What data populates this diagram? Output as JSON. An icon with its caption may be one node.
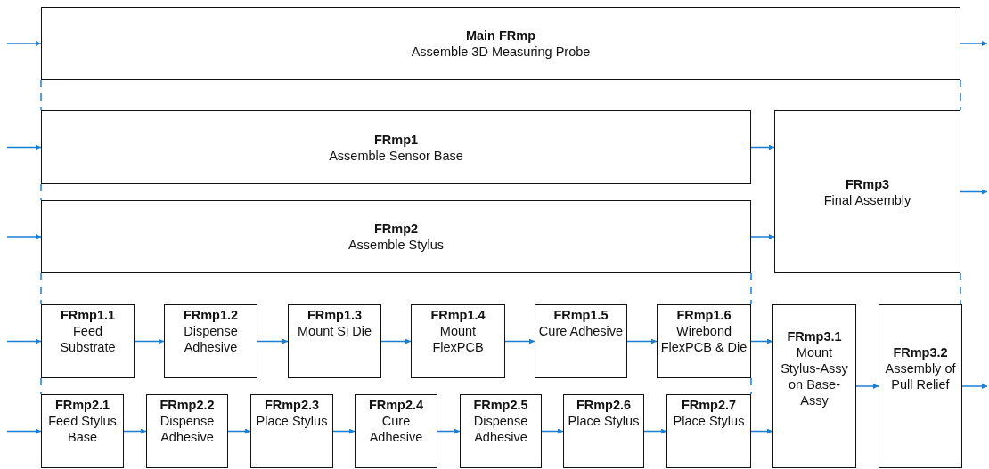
{
  "diagram": {
    "nodes": [
      {
        "text": [
          "Main FRmp",
          "Assemble 3D Measuring Probe"
        ]
      },
      {
        "text": [
          "FRmp1",
          "Assemble Sensor Base"
        ]
      },
      {
        "text": [
          "FRmp2",
          "Assemble Stylus"
        ]
      },
      {
        "text": [
          "FRmp3",
          "Final Assembly"
        ]
      },
      {
        "text": [
          "FRmp1.1",
          "Feed Substrate"
        ]
      },
      {
        "text": [
          "FRmp1.2",
          "Dispense Adhesive"
        ]
      },
      {
        "text": [
          "FRmp1.3",
          "Mount Si Die"
        ]
      },
      {
        "text": [
          "FRmp1.4",
          "Mount FlexPCB"
        ]
      },
      {
        "text": [
          "FRmp1.5",
          "Cure Adhesive"
        ]
      },
      {
        "text": [
          "FRmp1.6",
          "Wirebond FlexPCB & Die"
        ]
      },
      {
        "text": [
          "FRmp2.1",
          "Feed Stylus Base"
        ]
      },
      {
        "text": [
          "FRmp2.2",
          "Dispense Adhesive"
        ]
      },
      {
        "text": [
          "FRmp2.3",
          "Place Stylus"
        ]
      },
      {
        "text": [
          "FRmp2.4",
          "Cure Adhesive"
        ]
      },
      {
        "text": [
          "FRmp2.5",
          "Dispense Adhesive"
        ]
      },
      {
        "text": [
          "FRmp2.6",
          "Place Stylus"
        ]
      },
      {
        "text": [
          "FRmp2.7",
          "Place Stylus"
        ]
      },
      {
        "text": [
          "FRmp3.1",
          "Mount Stylus-Assy on Base-Assy"
        ]
      },
      {
        "text": [
          "FRmp3.2",
          "Assembly of Pull Relief"
        ]
      }
    ],
    "edges": [
      {
        "from": null,
        "to": 0,
        "arrow": "to"
      },
      {
        "from": 0,
        "to": null,
        "arrow": "to"
      },
      {
        "from": null,
        "to": 1,
        "arrow": "to"
      },
      {
        "from": null,
        "to": 2,
        "arrow": "to"
      },
      {
        "from": 1,
        "to": 3,
        "arrow": "to"
      },
      {
        "from": 2,
        "to": 3,
        "arrow": "to"
      },
      {
        "from": 3,
        "to": null,
        "arrow": "to"
      },
      {
        "from": null,
        "to": 4,
        "arrow": "to"
      },
      {
        "from": 4,
        "to": 5,
        "arrow": "to"
      },
      {
        "from": 5,
        "to": 6,
        "arrow": "to"
      },
      {
        "from": 6,
        "to": 7,
        "arrow": "to"
      },
      {
        "from": 7,
        "to": 8,
        "arrow": "to"
      },
      {
        "from": 8,
        "to": 9,
        "arrow": "to"
      },
      {
        "from": 9,
        "to": 17,
        "arrow": "to"
      },
      {
        "from": null,
        "to": 10,
        "arrow": "to"
      },
      {
        "from": 10,
        "to": 11,
        "arrow": "to"
      },
      {
        "from": 11,
        "to": 12,
        "arrow": "to"
      },
      {
        "from": 12,
        "to": 13,
        "arrow": "to"
      },
      {
        "from": 13,
        "to": 14,
        "arrow": "to"
      },
      {
        "from": 14,
        "to": 15,
        "arrow": "to"
      },
      {
        "from": 15,
        "to": 16,
        "arrow": "to"
      },
      {
        "from": 16,
        "to": 17,
        "arrow": "to"
      },
      {
        "from": 17,
        "to": 18,
        "arrow": "to"
      },
      {
        "from": 18,
        "to": null,
        "arrow": "to"
      },
      {
        "from": 0,
        "to": 1,
        "arrow": "none",
        "style": "dashed"
      },
      {
        "from": 0,
        "to": 3,
        "arrow": "none",
        "style": "dashed"
      },
      {
        "from": 1,
        "to": 2,
        "arrow": "none",
        "style": "dashed"
      },
      {
        "from": 2,
        "to": 4,
        "arrow": "none",
        "style": "dashed"
      },
      {
        "from": 2,
        "to": 9,
        "arrow": "none",
        "style": "dashed"
      },
      {
        "from": 3,
        "to": 18,
        "arrow": "none",
        "style": "dashed"
      },
      {
        "from": 4,
        "to": 10,
        "arrow": "none",
        "style": "dashed"
      },
      {
        "from": 9,
        "to": 16,
        "arrow": "none",
        "style": "dashed"
      }
    ]
  }
}
